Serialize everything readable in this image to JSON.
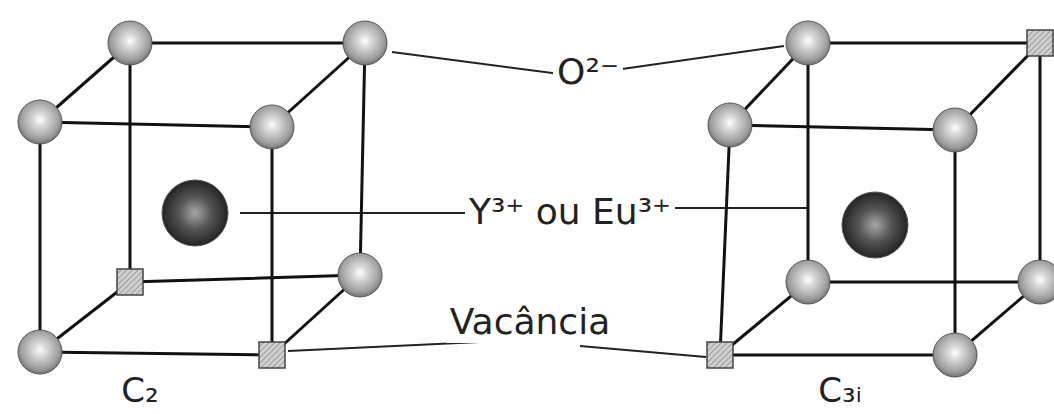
{
  "diagram": {
    "labels": [
      "O²⁻",
      "Y³⁺ ou Eu³⁺",
      "Vacância",
      "C₂",
      "C₃ᵢ"
    ]
  }
}
